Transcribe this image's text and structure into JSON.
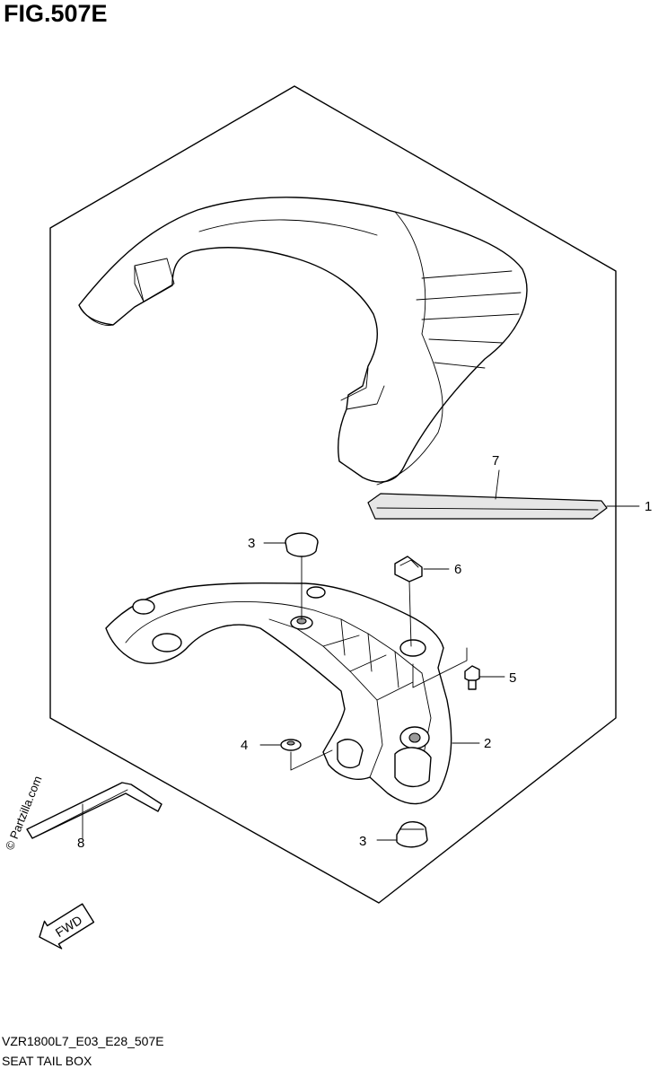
{
  "figure": {
    "title": "FIG.507E",
    "code": "VZR1800L7_E03_E28_507E",
    "name": "SEAT TAIL BOX"
  },
  "copyright": "© Partzilla.com",
  "fwd_label": "FWD",
  "callouts": [
    {
      "id": "c1",
      "number": "1"
    },
    {
      "id": "c2",
      "number": "2"
    },
    {
      "id": "c3a",
      "number": "3"
    },
    {
      "id": "c3b",
      "number": "3"
    },
    {
      "id": "c4",
      "number": "4"
    },
    {
      "id": "c5",
      "number": "5"
    },
    {
      "id": "c6",
      "number": "6"
    },
    {
      "id": "c7",
      "number": "7"
    },
    {
      "id": "c8",
      "number": "8"
    }
  ]
}
